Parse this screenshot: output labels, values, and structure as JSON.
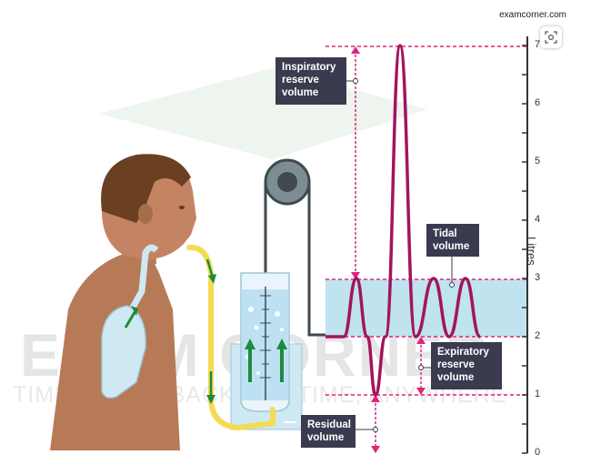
{
  "source": "examcorner.com",
  "watermark": {
    "line1": "EXAM CORNER",
    "line2": "TIMELY FEEDBACK ANY TIME, ANYWHERE"
  },
  "icons": {
    "lens": "image-search-icon"
  },
  "colors": {
    "trace": "#a3145f",
    "marker": "#e0237d",
    "tidal_band": "#bfe3ef",
    "callout": "#3b3b4f",
    "tube": "#f3dc54",
    "arrow": "#1e8a3e"
  },
  "labels": {
    "inspiratory": [
      "Inspiratory",
      "reserve",
      "volume"
    ],
    "tidal": [
      "Tidal",
      "volume"
    ],
    "expiratory": [
      "Expiratory",
      "reserve",
      "volume"
    ],
    "residual": [
      "Residual",
      "volume"
    ]
  },
  "axis": {
    "title": "Litres",
    "ticks": [
      "0",
      "1",
      "2",
      "3",
      "4",
      "5",
      "6",
      "7"
    ]
  },
  "chart_data": {
    "type": "line",
    "ylabel": "Litres",
    "ylim": [
      0,
      7
    ],
    "reference_levels_litres": {
      "max_inspiration": 7,
      "tidal_top": 3,
      "tidal_bottom": 2,
      "max_expiration": 1
    },
    "volumes_litres": {
      "inspiratory_reserve": 4,
      "tidal": 1,
      "expiratory_reserve": 1,
      "residual": 1
    },
    "trace_y_litres": [
      2,
      2,
      3,
      2,
      1,
      2,
      7,
      2,
      3,
      2,
      3,
      2
    ]
  }
}
